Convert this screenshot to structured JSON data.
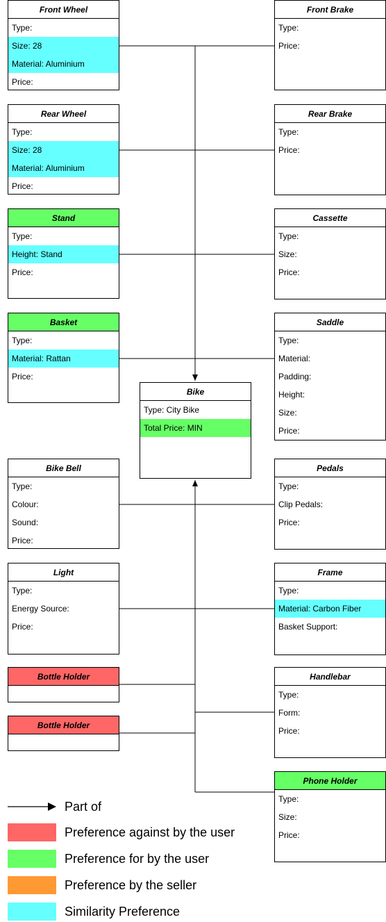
{
  "colors": {
    "red": "#ff6666",
    "green": "#66ff66",
    "orange": "#ff9933",
    "cyan": "#66ffff"
  },
  "boxes": {
    "front_wheel": {
      "title": "Front Wheel",
      "rows": [
        "Type:",
        "Size: 28",
        "Material: Aluminium",
        "Price:"
      ]
    },
    "front_brake": {
      "title": "Front Brake",
      "rows": [
        "Type:",
        "Price:"
      ]
    },
    "rear_wheel": {
      "title": "Rear Wheel",
      "rows": [
        "Type:",
        "Size: 28",
        "Material: Aluminium",
        "Price:"
      ]
    },
    "rear_brake": {
      "title": "Rear Brake",
      "rows": [
        "Type:",
        "Price:"
      ]
    },
    "stand": {
      "title": "Stand",
      "rows": [
        "Type:",
        "Height: Stand",
        "Price:"
      ]
    },
    "cassette": {
      "title": "Cassette",
      "rows": [
        "Type:",
        "Size:",
        "Price:"
      ]
    },
    "basket": {
      "title": "Basket",
      "rows": [
        "Type:",
        "Material: Rattan",
        "Price:"
      ]
    },
    "saddle": {
      "title": "Saddle",
      "rows": [
        "Type:",
        "Material:",
        "Padding:",
        "Height:",
        "Size:",
        "Price:"
      ]
    },
    "bike": {
      "title": "Bike",
      "rows": [
        "Type: City Bike",
        "Total Price: MIN"
      ]
    },
    "bike_bell": {
      "title": "Bike Bell",
      "rows": [
        "Type:",
        "Colour:",
        "Sound:",
        "Price:"
      ]
    },
    "pedals": {
      "title": "Pedals",
      "rows": [
        "Type:",
        "Clip Pedals:",
        "Price:"
      ]
    },
    "light": {
      "title": "Light",
      "rows": [
        "Type:",
        "Energy Source:",
        "Price:"
      ]
    },
    "frame": {
      "title": "Frame",
      "rows": [
        "Type:",
        "Material: Carbon Fiber",
        "Basket Support:"
      ]
    },
    "bottle_holder_1": {
      "title": "Bottle Holder"
    },
    "handlebar": {
      "title": "Handlebar",
      "rows": [
        "Type:",
        "Form:",
        "Price:"
      ]
    },
    "bottle_holder_2": {
      "title": "Bottle Holder"
    },
    "phone_holder": {
      "title": "Phone Holder",
      "rows": [
        "Type:",
        "Size:",
        "Price:"
      ]
    }
  },
  "legend": {
    "part_of": "Part of",
    "against_user": "Preference against by the user",
    "for_user": "Preference for by the user",
    "seller": "Preference by the seller",
    "similarity": "Similarity Preference"
  }
}
